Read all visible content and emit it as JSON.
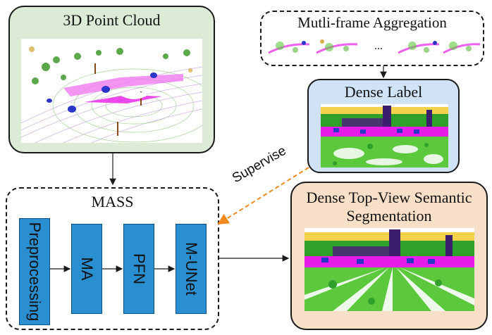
{
  "point_cloud": {
    "title": "3D Point Cloud"
  },
  "aggregation": {
    "title": "Mutli-frame Aggregation",
    "ellipsis": "..."
  },
  "dense_label": {
    "title": "Dense Label"
  },
  "mass": {
    "title": "MASS",
    "blocks": [
      "Preprocessing",
      "MA",
      "PFN",
      "M-UNet"
    ]
  },
  "supervise": {
    "label": "Supervise"
  },
  "output": {
    "title_line1": "Dense Top-View Semantic",
    "title_line2": "Segmentation"
  },
  "colors": {
    "point_cloud_bg": "#dcebd6",
    "dense_label_bg": "#cfe2f6",
    "output_bg": "#f8dfc8",
    "block_blue": "#2a8fd0",
    "supervise_arrow": "#f08a1e",
    "semantic_green": "#5cc83c",
    "semantic_magenta": "#e81ce8",
    "semantic_purple": "#3a1f6e"
  }
}
